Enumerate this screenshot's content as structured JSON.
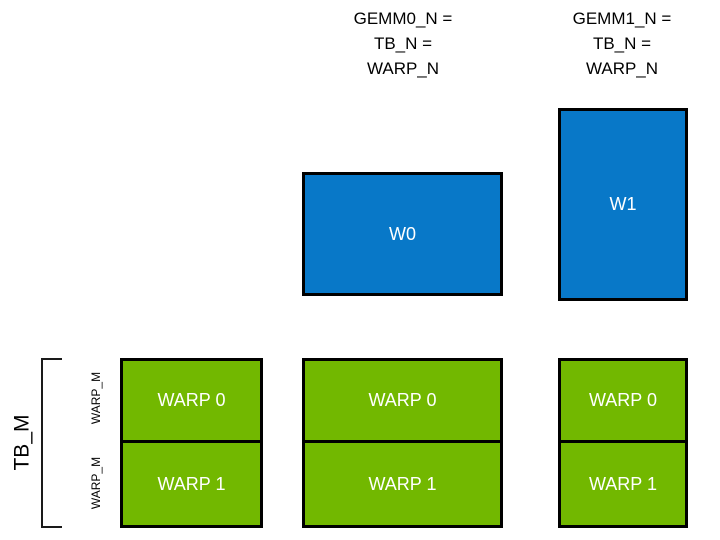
{
  "diagram": {
    "title_captions": [
      {
        "id": "gemm0",
        "text": "GEMM0_N =\nTB_N =\nWARP_N"
      },
      {
        "id": "gemm1",
        "text": "GEMM1_N =\nTB_N =\nWARP_N"
      }
    ],
    "warp_tiles": [
      {
        "id": "w0",
        "label": "W0"
      },
      {
        "id": "w1",
        "label": "W1"
      }
    ],
    "columns": [
      {
        "id": "col0",
        "cells": [
          {
            "label": "WARP 0"
          },
          {
            "label": "WARP 1"
          }
        ]
      },
      {
        "id": "col1",
        "cells": [
          {
            "label": "WARP 0"
          },
          {
            "label": "WARP 1"
          }
        ]
      },
      {
        "id": "col2",
        "cells": [
          {
            "label": "WARP 0"
          },
          {
            "label": "WARP 1"
          }
        ]
      }
    ],
    "axis_labels": {
      "tb_m": "TB_M",
      "warp_m_top": "WARP_M",
      "warp_m_bottom": "WARP_M"
    },
    "colors": {
      "warp_tile_blue": "#0878c8",
      "warp_partition_green": "#72b800",
      "outline": "#000000",
      "text_on_fill": "#ffffff",
      "background": "#ffffff"
    }
  }
}
